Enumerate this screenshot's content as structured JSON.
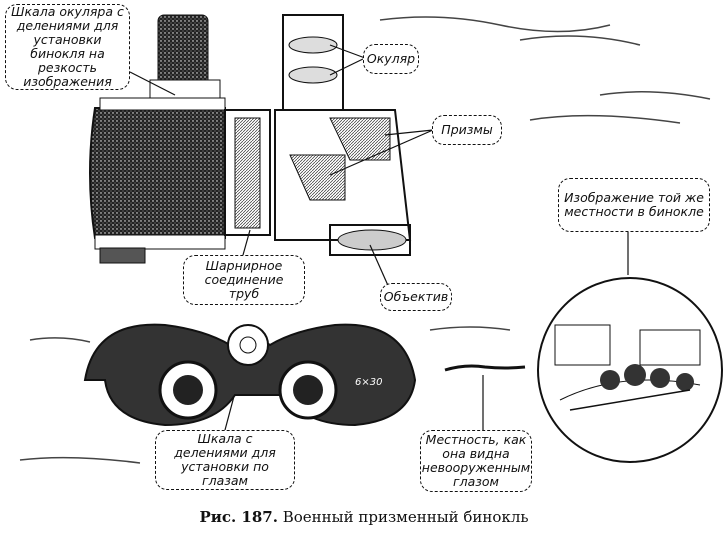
{
  "labels": {
    "eyepiece_scale": "Шкала окуляра с делениями для установки бинокля на резкость изображения",
    "eyepiece": "Окуляр",
    "prisms": "Призмы",
    "same_terrain": "Изображение той же местности в бинокле",
    "hinge": "Шарнирное соединение труб",
    "objective": "Объектив",
    "eye_scale": "Шкала с делениями для установки по глазам",
    "terrain_naked": "Местность, как она видна невооруженным глазом"
  },
  "binocular_marking": "6×30",
  "caption": {
    "number": "Рис. 187.",
    "title": "Военный призменный бинокль"
  }
}
